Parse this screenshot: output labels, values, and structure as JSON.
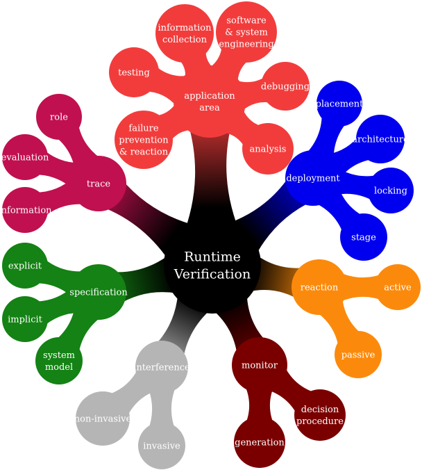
{
  "center": {
    "lines": [
      "Runtime",
      "Verification"
    ],
    "color": "#000000"
  },
  "branches": [
    {
      "id": "application-area",
      "lines": [
        "application",
        "area"
      ],
      "color": "#f23c3c",
      "children": [
        {
          "id": "information-collection",
          "lines": [
            "information",
            "collection"
          ]
        },
        {
          "id": "software-system-engineering",
          "lines": [
            "software",
            "& system",
            "engineering"
          ]
        },
        {
          "id": "testing",
          "lines": [
            "testing"
          ]
        },
        {
          "id": "debugging",
          "lines": [
            "debugging"
          ]
        },
        {
          "id": "failure-prevention-reaction",
          "lines": [
            "failure",
            "prevention",
            "& reaction"
          ]
        },
        {
          "id": "analysis",
          "lines": [
            "analysis"
          ]
        }
      ]
    },
    {
      "id": "deployment",
      "lines": [
        "deployment"
      ],
      "color": "#0000ee",
      "children": [
        {
          "id": "placement",
          "lines": [
            "placement"
          ]
        },
        {
          "id": "architecture",
          "lines": [
            "architecture"
          ]
        },
        {
          "id": "locking",
          "lines": [
            "locking"
          ]
        },
        {
          "id": "stage",
          "lines": [
            "stage"
          ]
        }
      ]
    },
    {
      "id": "reaction",
      "lines": [
        "reaction"
      ],
      "color": "#fb8a0c",
      "children": [
        {
          "id": "active",
          "lines": [
            "active"
          ]
        },
        {
          "id": "passive",
          "lines": [
            "passive"
          ]
        }
      ]
    },
    {
      "id": "monitor",
      "lines": [
        "monitor"
      ],
      "color": "#7a0000",
      "children": [
        {
          "id": "decision-procedure",
          "lines": [
            "decision",
            "procedure"
          ]
        },
        {
          "id": "generation",
          "lines": [
            "generation"
          ]
        }
      ]
    },
    {
      "id": "interference",
      "lines": [
        "interference"
      ],
      "color": "#b5b5b5",
      "children": [
        {
          "id": "non-invasive",
          "lines": [
            "non-invasive"
          ]
        },
        {
          "id": "invasive",
          "lines": [
            "invasive"
          ]
        }
      ]
    },
    {
      "id": "specification",
      "lines": [
        "specification"
      ],
      "color": "#148214",
      "children": [
        {
          "id": "explicit",
          "lines": [
            "explicit"
          ]
        },
        {
          "id": "implicit",
          "lines": [
            "implicit"
          ]
        },
        {
          "id": "system-model",
          "lines": [
            "system",
            "model"
          ]
        }
      ]
    },
    {
      "id": "trace",
      "lines": [
        "trace"
      ],
      "color": "#c0104f",
      "children": [
        {
          "id": "role",
          "lines": [
            "role"
          ]
        },
        {
          "id": "evaluation",
          "lines": [
            "evaluation"
          ]
        },
        {
          "id": "information",
          "lines": [
            "information"
          ]
        }
      ]
    }
  ]
}
